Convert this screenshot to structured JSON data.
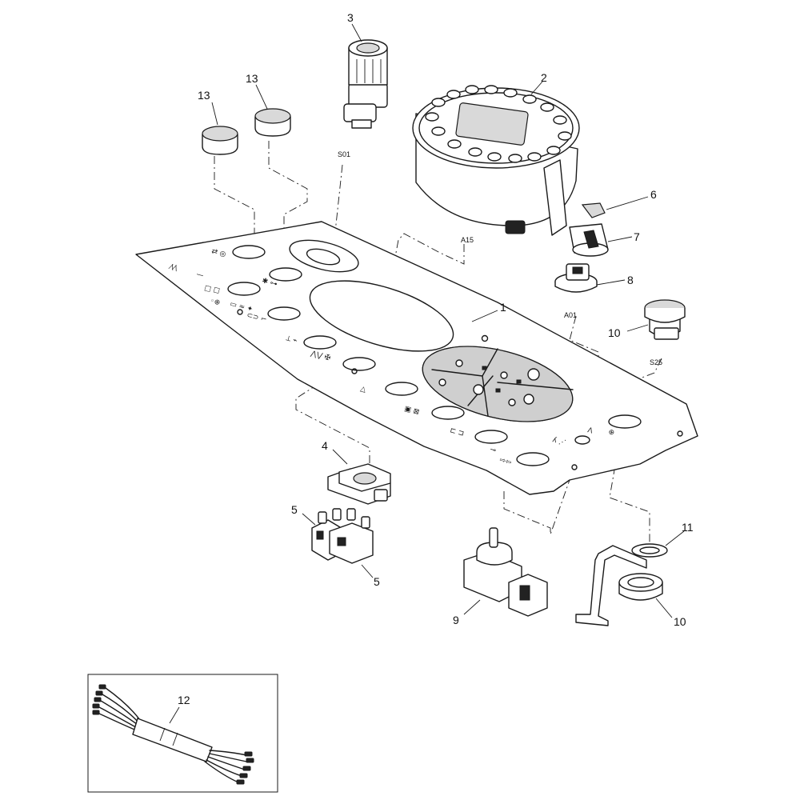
{
  "callouts": {
    "c1": "1",
    "c2": "2",
    "c3": "3",
    "c4": "4",
    "c5a": "5",
    "c5b": "5",
    "c6": "6",
    "c7": "7",
    "c8": "8",
    "c9": "9",
    "c10a": "10",
    "c10b": "10",
    "c11": "11",
    "c12": "12",
    "c13a": "13",
    "c13b": "13"
  },
  "references": {
    "s01": "S01",
    "a15": "A15",
    "a01": "A01",
    "s25": "S25"
  }
}
